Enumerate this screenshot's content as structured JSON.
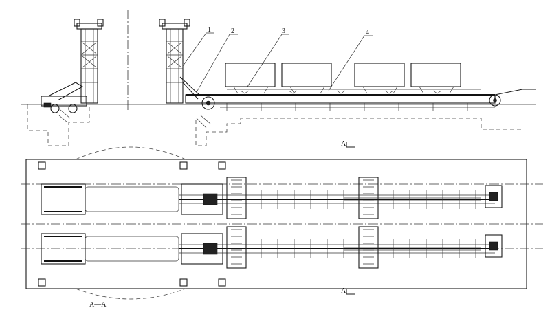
{
  "elevation": {
    "callouts": [
      {
        "id": "1",
        "label": "1"
      },
      {
        "id": "2",
        "label": "2"
      },
      {
        "id": "3",
        "label": "3"
      },
      {
        "id": "4",
        "label": "4"
      }
    ],
    "section_mark_label": "A"
  },
  "plan": {
    "section_mark_label": "A",
    "section_title": "A—A"
  }
}
